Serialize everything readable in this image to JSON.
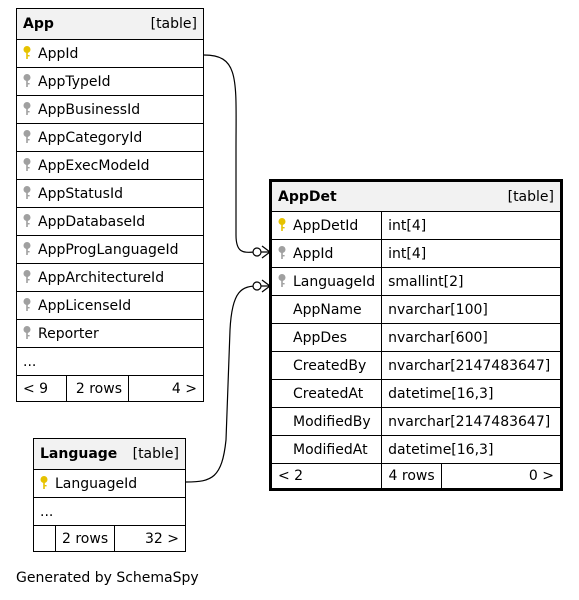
{
  "tables": {
    "app": {
      "name": "App",
      "kind": "[table]",
      "columns": [
        {
          "name": "AppId",
          "key": "primary"
        },
        {
          "name": "AppTypeId",
          "key": "foreign"
        },
        {
          "name": "AppBusinessId",
          "key": "foreign"
        },
        {
          "name": "AppCategoryId",
          "key": "foreign"
        },
        {
          "name": "AppExecModeId",
          "key": "foreign"
        },
        {
          "name": "AppStatusId",
          "key": "foreign"
        },
        {
          "name": "AppDatabaseId",
          "key": "foreign"
        },
        {
          "name": "AppProgLanguageId",
          "key": "foreign"
        },
        {
          "name": "AppArchitectureId",
          "key": "foreign"
        },
        {
          "name": "AppLicenseId",
          "key": "foreign"
        },
        {
          "name": "Reporter",
          "key": "foreign"
        }
      ],
      "ellipsis": "...",
      "footer": {
        "left": "< 9",
        "middle": "2 rows",
        "right": "4 >"
      }
    },
    "language": {
      "name": "Language",
      "kind": "[table]",
      "columns": [
        {
          "name": "LanguageId",
          "key": "primary"
        }
      ],
      "ellipsis": "...",
      "footer": {
        "left": "",
        "middle": "2 rows",
        "right": "32 >"
      }
    },
    "appdet": {
      "name": "AppDet",
      "kind": "[table]",
      "columns": [
        {
          "name": "AppDetId",
          "type": "int[4]",
          "key": "primary"
        },
        {
          "name": "AppId",
          "type": "int[4]",
          "key": "foreign"
        },
        {
          "name": "LanguageId",
          "type": "smallint[2]",
          "key": "foreign"
        },
        {
          "name": "AppName",
          "type": "nvarchar[100]",
          "key": "none"
        },
        {
          "name": "AppDes",
          "type": "nvarchar[600]",
          "key": "none"
        },
        {
          "name": "CreatedBy",
          "type": "nvarchar[2147483647]",
          "key": "none"
        },
        {
          "name": "CreatedAt",
          "type": "datetime[16,3]",
          "key": "none"
        },
        {
          "name": "ModifiedBy",
          "type": "nvarchar[2147483647]",
          "key": "none"
        },
        {
          "name": "ModifiedAt",
          "type": "datetime[16,3]",
          "key": "none"
        }
      ],
      "footer": {
        "left": "< 2",
        "middle": "4 rows",
        "right": "0 >"
      }
    }
  },
  "relationships": [
    {
      "from": "App.AppId",
      "to": "AppDet.AppId"
    },
    {
      "from": "Language.LanguageId",
      "to": "AppDet.LanguageId"
    }
  ],
  "colors": {
    "primary_key": "#e6c200",
    "foreign_key": "#a0a0a0",
    "header_bg": "#f2f2f2"
  },
  "caption": "Generated by SchemaSpy"
}
